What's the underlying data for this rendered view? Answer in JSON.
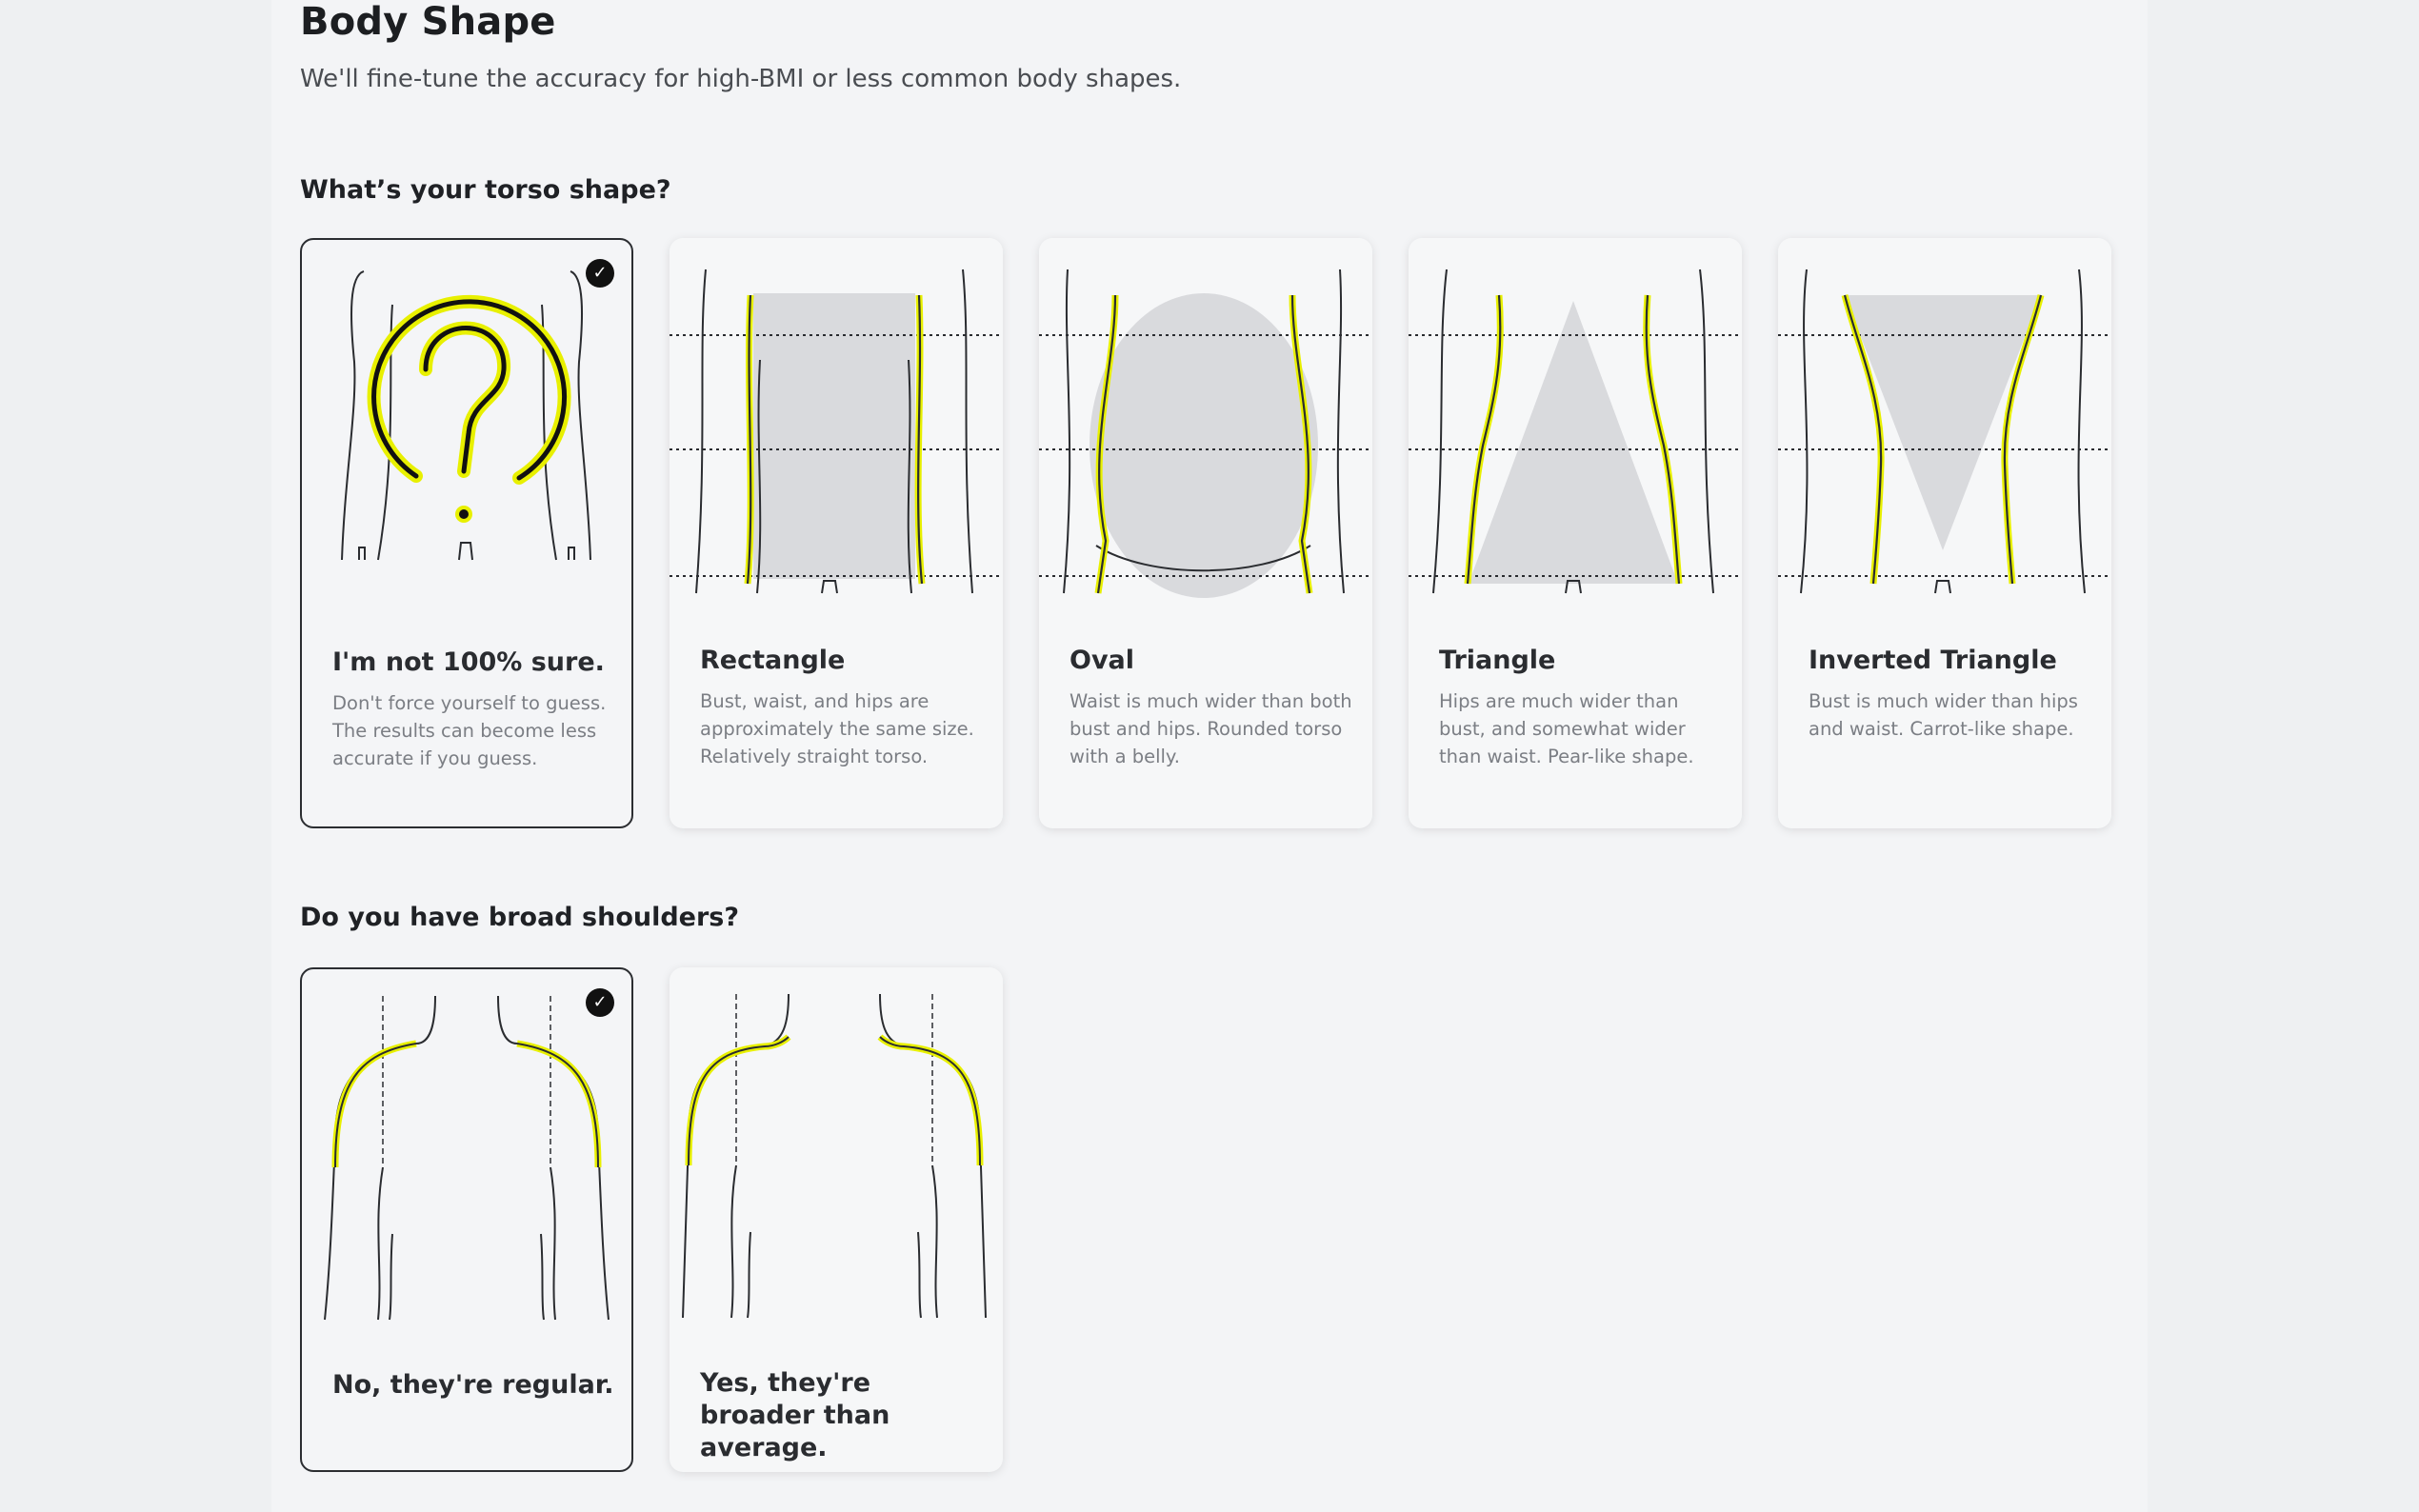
{
  "header": {
    "title": "Body Shape",
    "subtitle": "We'll fine-tune the accuracy for high-BMI or less common body shapes."
  },
  "torso": {
    "question": "What’s your torso shape?",
    "selected_index": 0,
    "options": [
      {
        "title": "I'm not 100% sure.",
        "description": "Don't force yourself to guess. The results can become less accurate if you guess.",
        "icon": "question-mark-icon"
      },
      {
        "title": "Rectangle",
        "description": "Bust, waist, and hips are approximately the same size. Relatively straight torso.",
        "icon": "rectangle-torso-icon"
      },
      {
        "title": "Oval",
        "description": "Waist is much wider than both bust and hips. Rounded torso with a belly.",
        "icon": "oval-torso-icon"
      },
      {
        "title": "Triangle",
        "description": "Hips are much wider than bust, and somewhat wider than waist. Pear-like shape.",
        "icon": "triangle-torso-icon"
      },
      {
        "title": "Inverted Triangle",
        "description": "Bust is much wider than hips and waist. Carrot-like shape.",
        "icon": "inverted-triangle-torso-icon"
      }
    ]
  },
  "shoulders": {
    "question": "Do you have broad shoulders?",
    "selected_index": 0,
    "options": [
      {
        "title": "No, they're regular.",
        "icon": "regular-shoulders-icon"
      },
      {
        "title": "Yes, they're broader than average.",
        "icon": "broad-shoulders-icon"
      }
    ]
  },
  "colors": {
    "highlight": "#e8f000",
    "shape_fill": "#d9dadd",
    "outline": "#2a2c30",
    "check_badge": "#111111"
  }
}
